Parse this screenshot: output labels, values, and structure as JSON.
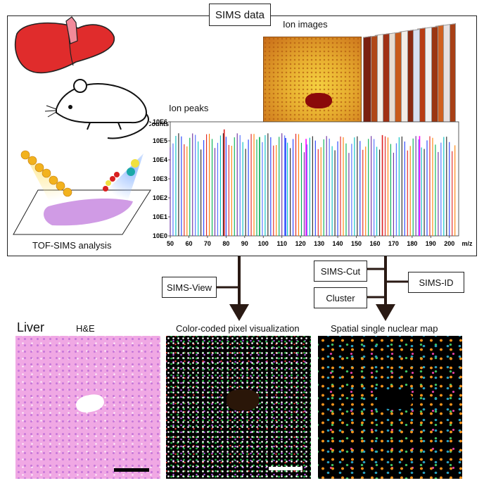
{
  "top": {
    "title": "SIMS data",
    "ion_images_label": "Ion images",
    "ion_peaks_label": "Ion peaks",
    "analysis_label": "TOF-SIMS analysis"
  },
  "chart_data": {
    "type": "bar",
    "title": "",
    "ylabel": "Counts",
    "xlabel": "m/z",
    "xlim": [
      50,
      205
    ],
    "y_scale": "log",
    "ylim_ticks": [
      "10E0",
      "10E1",
      "10E2",
      "10E3",
      "10E4",
      "10E5",
      "10E6"
    ],
    "x_ticks": [
      "50",
      "60",
      "70",
      "80",
      "90",
      "100",
      "110",
      "120",
      "130",
      "140",
      "150",
      "160",
      "170",
      "180",
      "190",
      "200"
    ],
    "x_unit": "m/z",
    "grid": false
  },
  "pipeline": {
    "sims_view": "SIMS-View",
    "sims_cut": "SIMS-Cut",
    "cluster": "Cluster",
    "sims_id": "SIMS-ID"
  },
  "bottom": {
    "tissue_label": "Liver",
    "panel1_title": "H&E",
    "panel2_title": "Color-coded pixel visualization",
    "panel3_title": "Spatial single nuclear map"
  },
  "colors": {
    "he_bg": "#f0a8e4",
    "panel_dark": "#000000",
    "liver": "#e03030",
    "ion_image": "#e8a020"
  }
}
